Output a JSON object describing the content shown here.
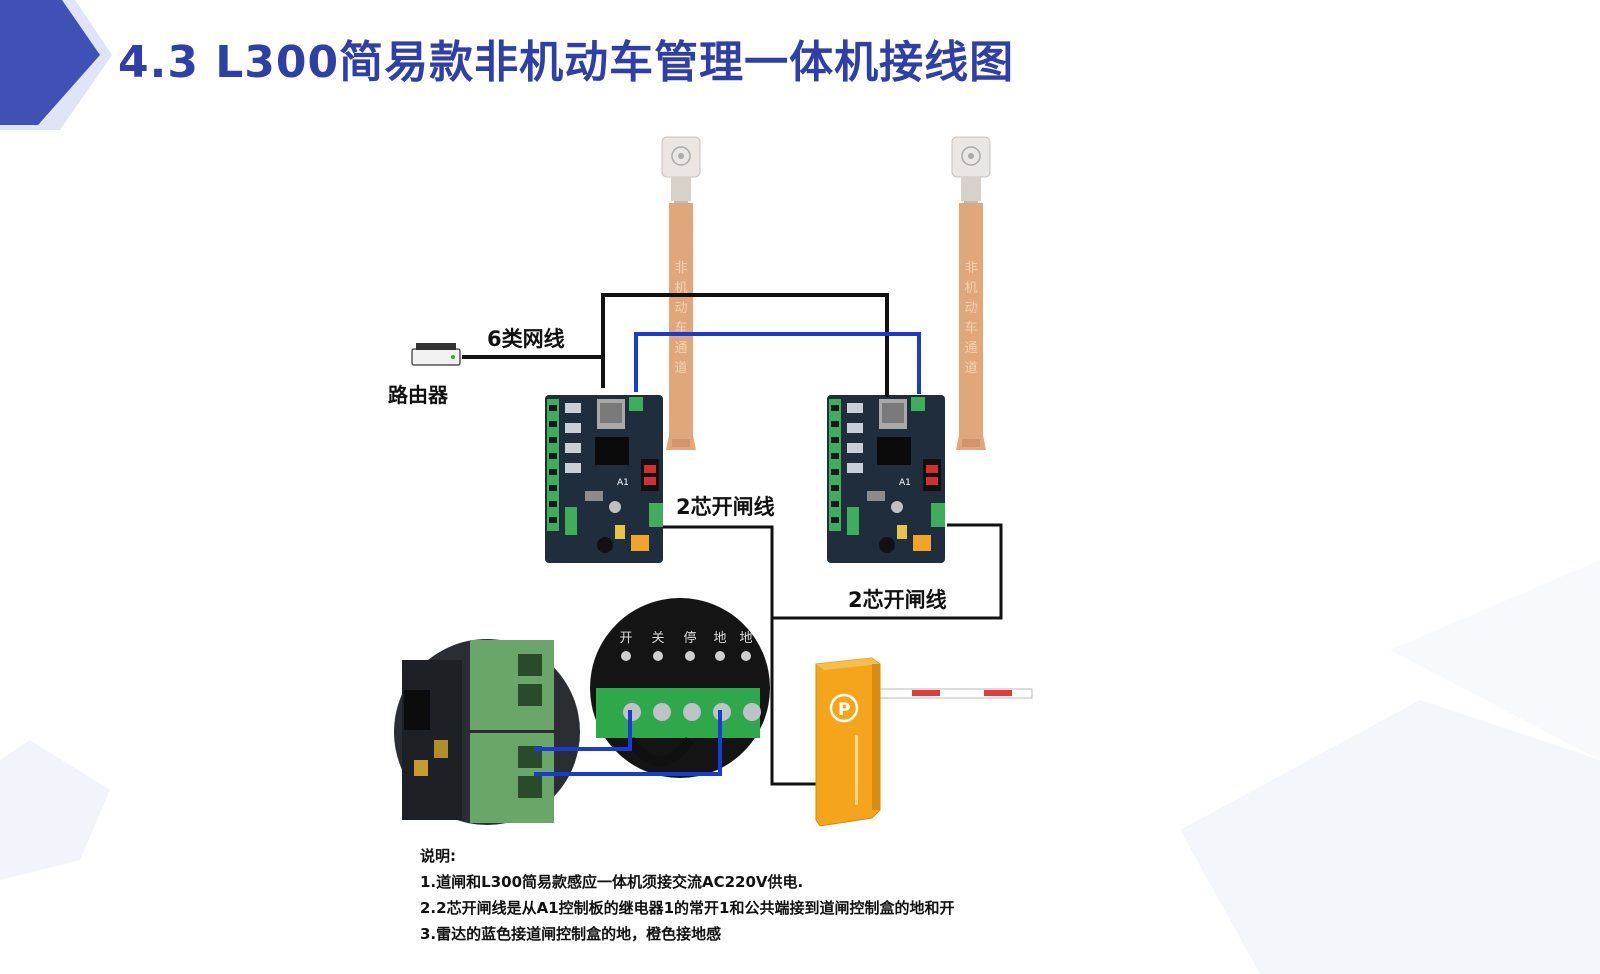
{
  "title": "4.3 L300简易款非机动车管理一体机接线图",
  "labels": {
    "router": "路由器",
    "cable_cat6": "6类网线",
    "wire_2core_1": "2芯开闸线",
    "wire_2core_2": "2芯开闸线",
    "lane_text_chars": [
      "非",
      "机",
      "动",
      "车",
      "通",
      "道"
    ],
    "board_label": "A1",
    "controller_terminals": [
      "开",
      "关",
      "停",
      "地",
      "地"
    ]
  },
  "notes": {
    "heading": "说明:",
    "items": [
      "1.道闸和L300简易款感应一体机须接交流AC220V供电.",
      "2.2芯开闸线是从A1控制板的继电器1的常开1和公共端接到道闸控制盒的地和开",
      "3.雷达的蓝色接道闸控制盒的地，橙色接地感"
    ]
  },
  "colors": {
    "title": "#2f3fa8",
    "accent_corner": "#3f51b5",
    "wire_black": "#111111",
    "wire_blue": "#1a3ad6",
    "lane_strip": "#e0a77a",
    "barrier_body": "#f4a51c",
    "board_pcb": "#1f2d3d",
    "terminal_green": "#3fae5a"
  },
  "icons": [
    "router-icon",
    "radar-sensor-icon",
    "control-board-icon",
    "barrier-gate-icon",
    "parking-p-icon"
  ]
}
